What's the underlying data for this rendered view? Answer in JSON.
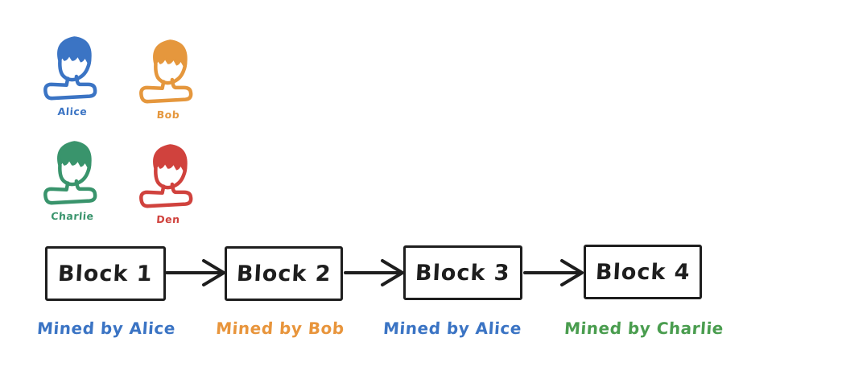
{
  "canvas": {
    "background": "#ffffff",
    "stroke_color": "#1e1e1e"
  },
  "people": [
    {
      "name": "Alice",
      "color": "#3b74c4"
    },
    {
      "name": "Bob",
      "color": "#e5973d"
    },
    {
      "name": "Charlie",
      "color": "#39946c"
    },
    {
      "name": "Den",
      "color": "#d0423d"
    }
  ],
  "blockchain": {
    "blocks": [
      {
        "label": "Block 1",
        "miner_label": "Mined by Alice",
        "miner_color": "#3b74c4"
      },
      {
        "label": "Block 2",
        "miner_label": "Mined by Bob",
        "miner_color": "#e8953c"
      },
      {
        "label": "Block 3",
        "miner_label": "Mined by Alice",
        "miner_color": "#3b74c4"
      },
      {
        "label": "Block 4",
        "miner_label": "Mined by Charlie",
        "miner_color": "#4a9d4f"
      }
    ]
  }
}
